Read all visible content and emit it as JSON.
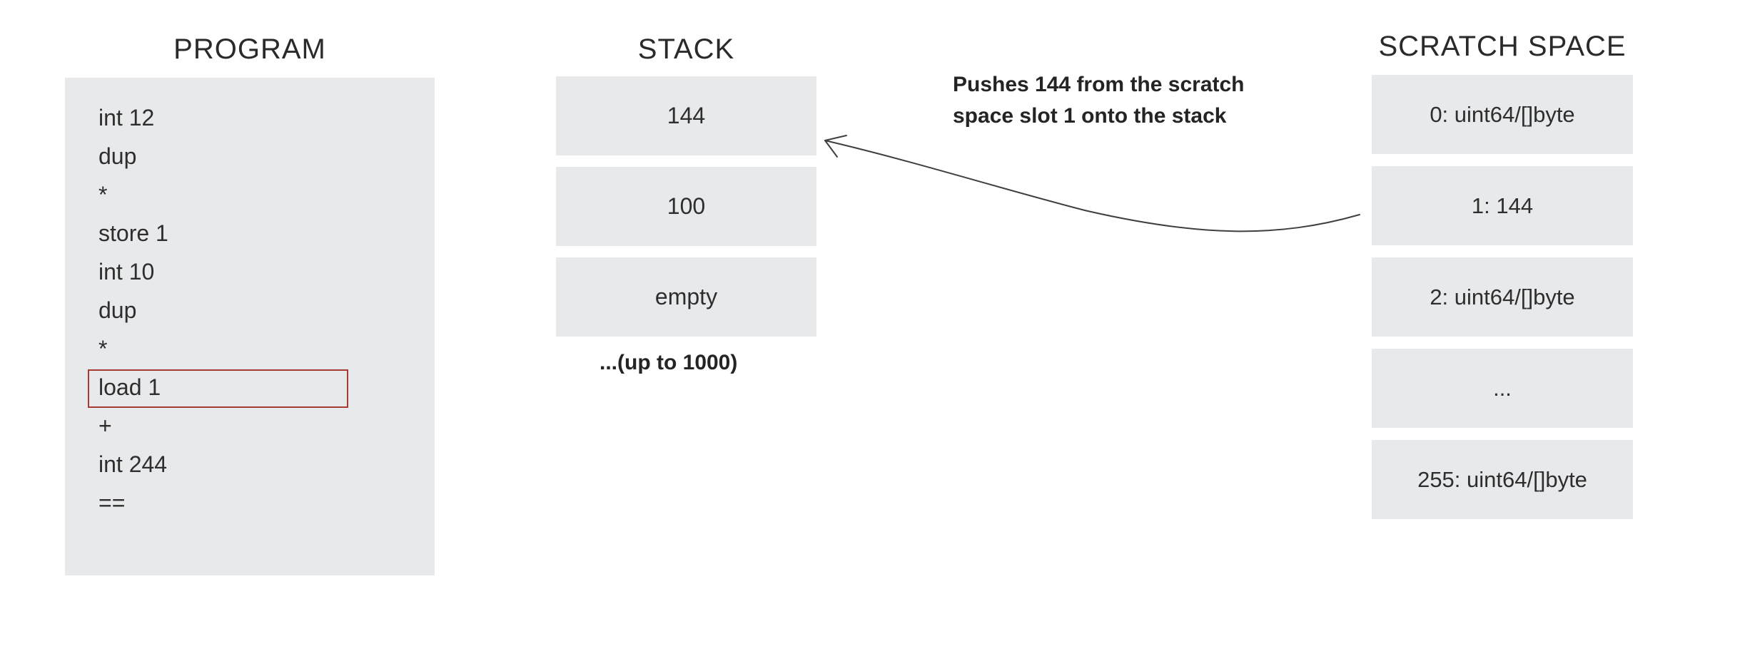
{
  "program": {
    "title": "PROGRAM",
    "lines": [
      "int 12",
      "dup",
      "*",
      "store 1",
      "int 10",
      "dup",
      "*",
      "load 1",
      "+",
      "int 244",
      "=="
    ],
    "highlighted_line": "load 1"
  },
  "stack": {
    "title": "STACK",
    "slots": [
      "144",
      "100",
      "empty"
    ],
    "capacity_note": "...(up to 1000)"
  },
  "scratch_space": {
    "title": "SCRATCH SPACE",
    "slots": [
      "0: uint64/[]byte",
      "1: 144",
      "2: uint64/[]byte",
      "...",
      "255: uint64/[]byte"
    ]
  },
  "annotation": {
    "line1": "Pushes 144 from the scratch",
    "line2": "space slot 1 onto the stack"
  },
  "colors": {
    "box_fill": "#e8e9eb",
    "text": "#2e2e2e",
    "highlight_border": "#a83a34",
    "arrow": "#3f3f3f"
  }
}
